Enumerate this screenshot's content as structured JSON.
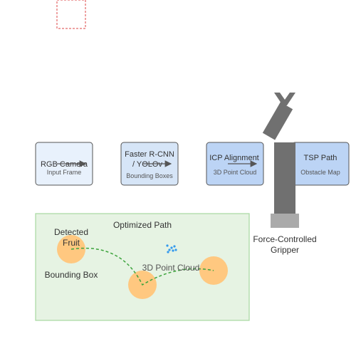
{
  "boxes": {
    "camera": {
      "title": "RGB Camera",
      "subtitle": "Input Frame"
    },
    "detector": {
      "title_line1": "Faster R-CNN",
      "title_line2": "/ YOLOv",
      "subtitle": "Bounding Boxes"
    },
    "icp": {
      "title": "ICP Alignment",
      "subtitle": "3D Point Cloud"
    },
    "tsp": {
      "title": "TSP Path",
      "subtitle": "Obstacle Map"
    }
  },
  "gripper": {
    "label_line1": "Force-Controlled",
    "label_line2": "Gripper"
  },
  "scene": {
    "path_label": "Optimized Path",
    "fruit_label_line1": "Detected",
    "fruit_label_line2": "Fruit",
    "bbox_label": "Bounding Box",
    "cloud_label": "3D Point Cloud"
  },
  "colors": {
    "box_light_fill": "#e8f1fc",
    "box_mid_fill": "#d6e5f7",
    "box_dark_fill": "#bcd4f5",
    "box_stroke": "#555555",
    "scene_fill": "#e6f3e3",
    "scene_stroke": "#a6d8a0",
    "fruit": "#ffc880",
    "path": "#3ca33c",
    "points": "#3399ee",
    "robot": "#707070",
    "robot_base": "#aaaaaa",
    "dashed_box": "#dd4444"
  },
  "icons": {
    "arrow": "right-arrow",
    "robot_arm": "robot-arm-icon",
    "gripper_claw": "gripper-claw-icon"
  }
}
